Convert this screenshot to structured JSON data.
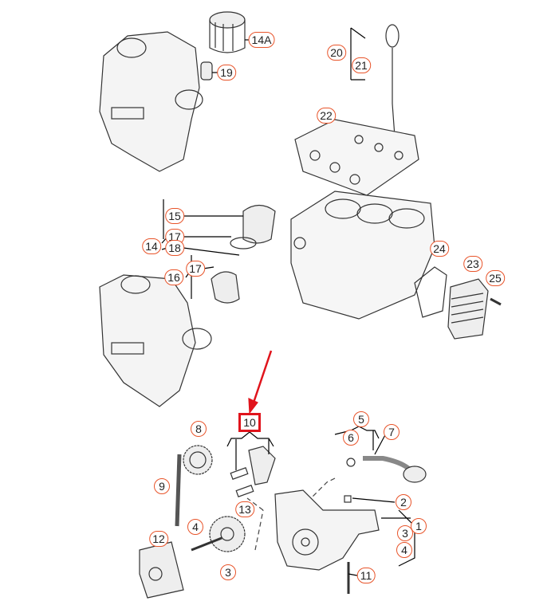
{
  "diagram": {
    "title": "Engine oil pump, filter and cooler exploded parts diagram",
    "highlight_color": "#e0141c",
    "callout_color": "#e8542a",
    "highlighted_part": "10",
    "callouts": [
      "14A",
      "19",
      "20",
      "21",
      "22",
      "15",
      "17",
      "14",
      "18",
      "17",
      "16",
      "24",
      "23",
      "25",
      "10",
      "8",
      "5",
      "6",
      "7",
      "9",
      "13",
      "2",
      "1",
      "3",
      "4",
      "12",
      "4",
      "3",
      "11"
    ]
  }
}
